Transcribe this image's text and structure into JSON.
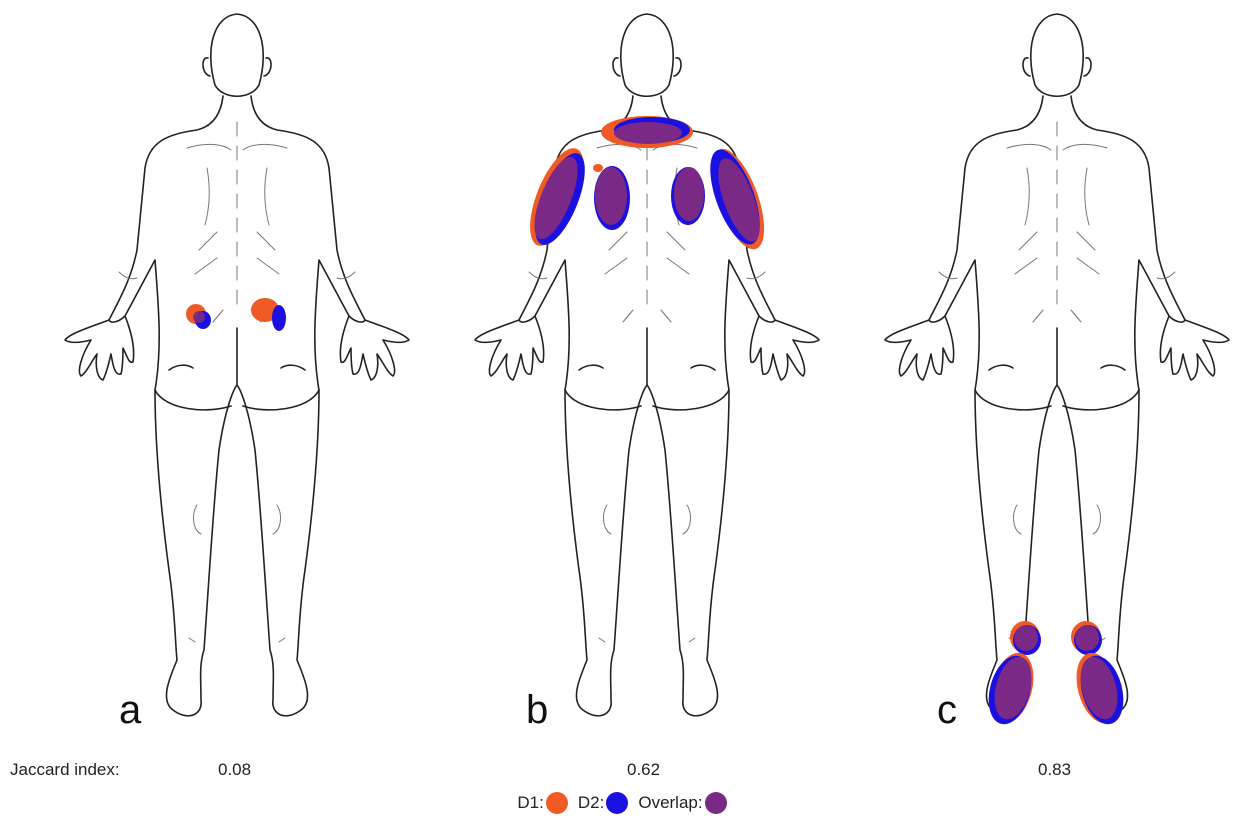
{
  "panels": [
    {
      "letter": "a",
      "jaccard": "0.08"
    },
    {
      "letter": "b",
      "jaccard": "0.62"
    },
    {
      "letter": "c",
      "jaccard": "0.83"
    }
  ],
  "jaccard_label": "Jaccard index:",
  "legend": {
    "d1_label": "D1:",
    "d2_label": "D2:",
    "overlap_label": "Overlap:"
  },
  "colors": {
    "d1": "#f05a24",
    "d2": "#1a10e0",
    "overlap": "#7a2a86",
    "outline": "#222222"
  }
}
